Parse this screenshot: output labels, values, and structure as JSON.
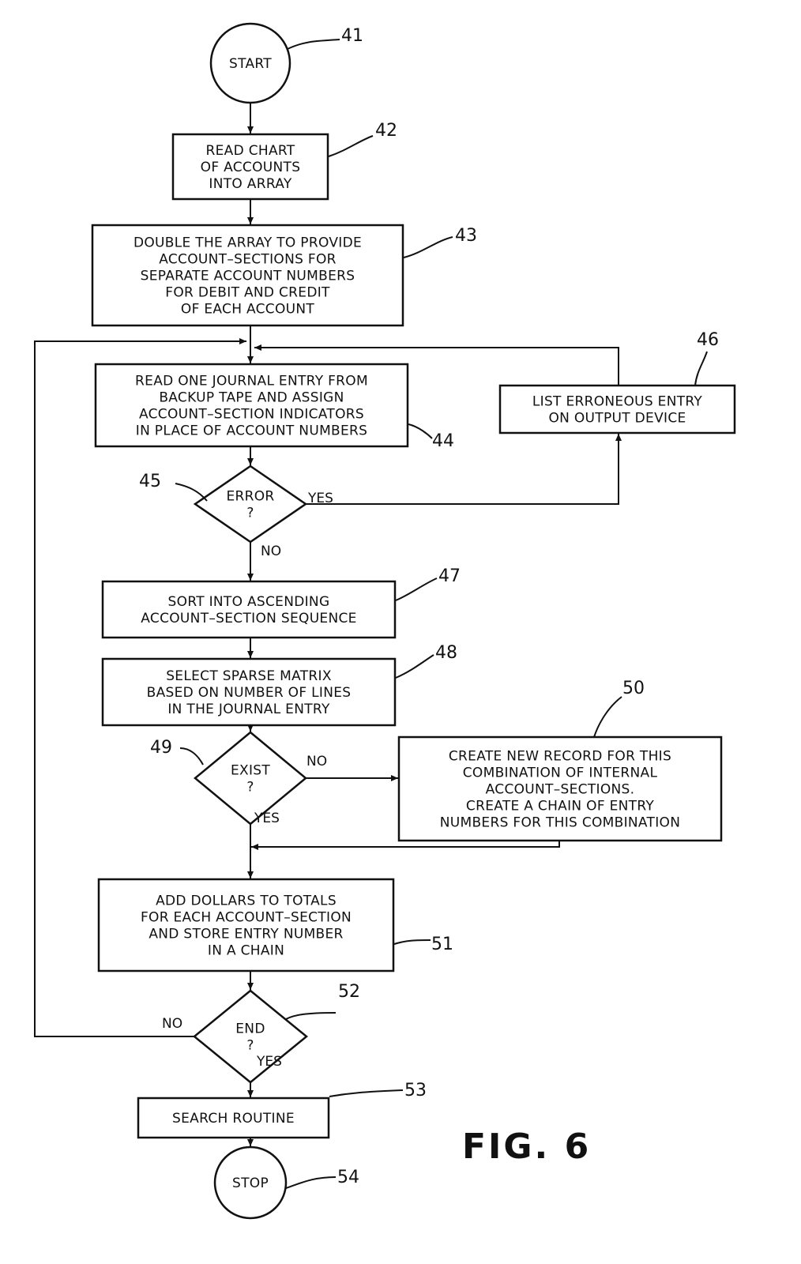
{
  "figure": {
    "title": "FIG. 6",
    "nodes": [
      {
        "id": "41",
        "ref": "41",
        "type": "terminal",
        "lines": [
          "START"
        ]
      },
      {
        "id": "42",
        "ref": "42",
        "type": "process",
        "lines": [
          "READ CHART",
          "OF ACCOUNTS",
          "INTO ARRAY"
        ]
      },
      {
        "id": "43",
        "ref": "43",
        "type": "process",
        "lines": [
          "DOUBLE THE ARRAY TO PROVIDE",
          "ACCOUNT–SECTIONS FOR",
          "SEPARATE ACCOUNT NUMBERS",
          "FOR DEBIT AND CREDIT",
          "OF EACH ACCOUNT"
        ]
      },
      {
        "id": "44",
        "ref": "44",
        "type": "process",
        "lines": [
          "READ ONE JOURNAL ENTRY FROM",
          "BACKUP TAPE AND ASSIGN",
          "ACCOUNT–SECTION INDICATORS",
          "IN PLACE OF ACCOUNT NUMBERS"
        ]
      },
      {
        "id": "45",
        "ref": "45",
        "type": "decision",
        "lines": [
          "ERROR",
          "?"
        ]
      },
      {
        "id": "46",
        "ref": "46",
        "type": "process",
        "lines": [
          "LIST ERRONEOUS ENTRY",
          "ON OUTPUT DEVICE"
        ]
      },
      {
        "id": "47",
        "ref": "47",
        "type": "process",
        "lines": [
          "SORT INTO ASCENDING",
          "ACCOUNT–SECTION SEQUENCE"
        ]
      },
      {
        "id": "48",
        "ref": "48",
        "type": "process",
        "lines": [
          "SELECT SPARSE MATRIX",
          "BASED ON NUMBER OF LINES",
          "IN THE JOURNAL ENTRY"
        ]
      },
      {
        "id": "49",
        "ref": "49",
        "type": "decision",
        "lines": [
          "EXIST",
          "?"
        ]
      },
      {
        "id": "50",
        "ref": "50",
        "type": "process",
        "lines": [
          "CREATE NEW RECORD FOR THIS",
          "COMBINATION OF INTERNAL",
          "ACCOUNT–SECTIONS.",
          "CREATE A CHAIN OF ENTRY",
          "NUMBERS FOR THIS COMBINATION"
        ]
      },
      {
        "id": "51",
        "ref": "51",
        "type": "process",
        "lines": [
          "ADD DOLLARS TO TOTALS",
          "FOR EACH ACCOUNT–SECTION",
          "AND STORE ENTRY NUMBER",
          "IN A CHAIN"
        ]
      },
      {
        "id": "52",
        "ref": "52",
        "type": "decision",
        "lines": [
          "END",
          "?"
        ]
      },
      {
        "id": "53",
        "ref": "53",
        "type": "process",
        "lines": [
          "SEARCH ROUTINE"
        ]
      },
      {
        "id": "54",
        "ref": "54",
        "type": "terminal",
        "lines": [
          "STOP"
        ]
      }
    ],
    "edges": [
      {
        "from": "41",
        "to": "42",
        "label": ""
      },
      {
        "from": "42",
        "to": "43",
        "label": ""
      },
      {
        "from": "43",
        "to": "44",
        "label": ""
      },
      {
        "from": "44",
        "to": "45",
        "label": ""
      },
      {
        "from": "45",
        "to": "46",
        "label": "YES"
      },
      {
        "from": "46",
        "to": "44",
        "label": ""
      },
      {
        "from": "45",
        "to": "47",
        "label": "NO"
      },
      {
        "from": "47",
        "to": "48",
        "label": ""
      },
      {
        "from": "48",
        "to": "49",
        "label": ""
      },
      {
        "from": "49",
        "to": "50",
        "label": "NO"
      },
      {
        "from": "49",
        "to": "51",
        "label": "YES"
      },
      {
        "from": "50",
        "to": "51",
        "label": ""
      },
      {
        "from": "51",
        "to": "52",
        "label": ""
      },
      {
        "from": "52",
        "to": "44",
        "label": "NO"
      },
      {
        "from": "52",
        "to": "53",
        "label": "YES"
      },
      {
        "from": "53",
        "to": "54",
        "label": ""
      }
    ]
  }
}
